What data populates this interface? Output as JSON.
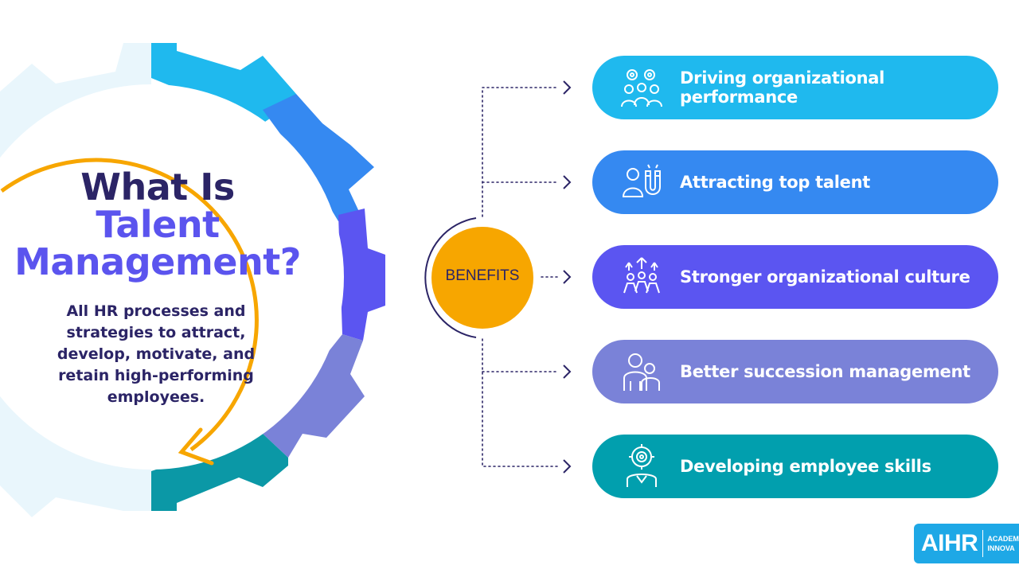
{
  "title": {
    "line1": "What Is",
    "line2": "Talent",
    "line3": "Management?"
  },
  "description": "All HR processes and strategies to attract, develop, motivate, and retain high-performing employees.",
  "benefits_label": "BENEFITS",
  "benefits": [
    {
      "label": "Driving organizational performance",
      "color": "#1fb9ee",
      "icon": "team-gears-icon"
    },
    {
      "label": "Attracting top talent",
      "color": "#3589f1",
      "icon": "magnet-person-icon"
    },
    {
      "label": "Stronger organizational culture",
      "color": "#5b55f1",
      "icon": "team-growth-icon"
    },
    {
      "label": "Better succession management",
      "color": "#7a82d8",
      "icon": "succession-people-icon"
    },
    {
      "label": "Developing employee skills",
      "color": "#019fae",
      "icon": "skill-target-icon"
    }
  ],
  "logo": {
    "mark": "AIHR",
    "sub1": "ACADEM",
    "sub2": "INNOVA"
  },
  "colors": {
    "navy": "#2b2466",
    "violet": "#5b54ee",
    "orange": "#f7a600",
    "gear_ghost": "#e9f6fc",
    "gear_teal": "#0b98a6"
  }
}
